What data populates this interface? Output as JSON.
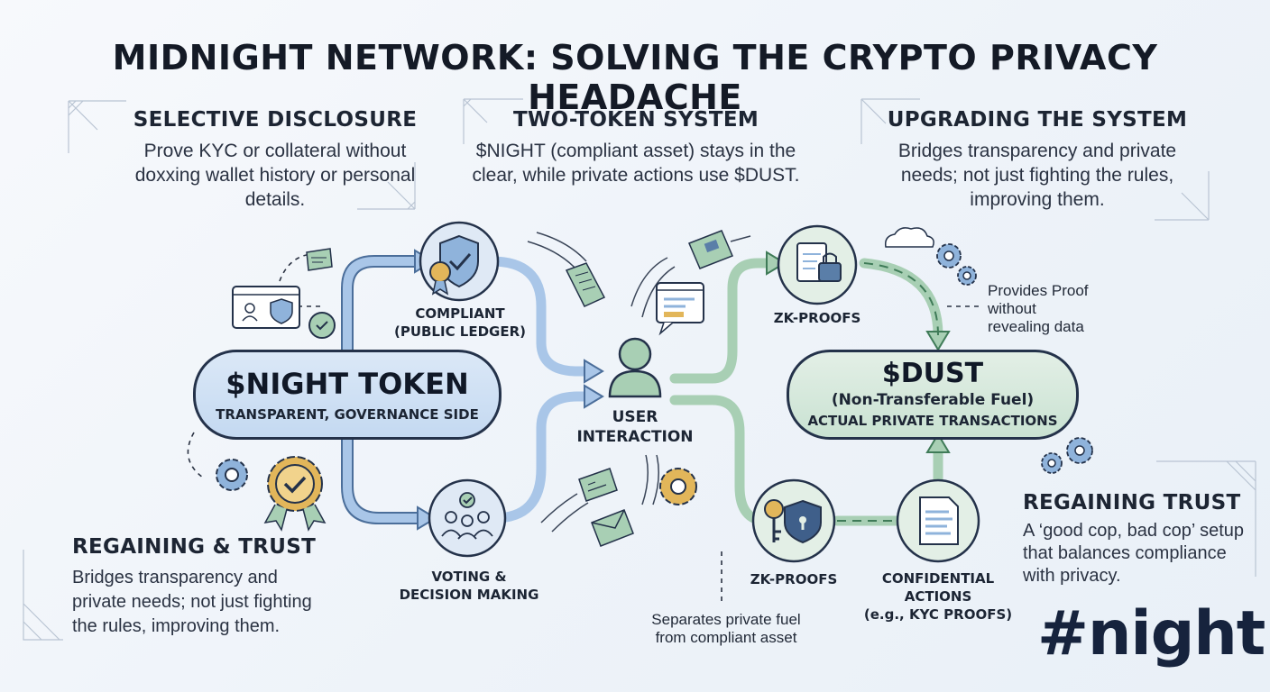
{
  "title": "MIDNIGHT NETWORK: SOLVING THE CRYPTO PRIVACY HEADACHE",
  "sections": {
    "selective": {
      "heading": "SELECTIVE DISCLOSURE",
      "body": "Prove KYC or collateral without doxxing wallet history or personal details."
    },
    "two_token": {
      "heading": "TWO-TOKEN SYSTEM",
      "body": "$NIGHT (compliant asset) stays in the clear, while private actions use $DUST."
    },
    "upgrading": {
      "heading": "UPGRADING THE SYSTEM",
      "body": "Bridges transparency and private needs; not just fighting the rules, improving them."
    },
    "regaining_left": {
      "heading": "REGAINING & TRUST",
      "body": "Bridges transparency and private needs; not just fighting the rules, improving them."
    },
    "regaining_right": {
      "heading": "REGAINING TRUST",
      "body": "A ‘good cop, bad cop’ setup that balances compliance with privacy."
    }
  },
  "night_token": {
    "title": "$NIGHT TOKEN",
    "subtitle": "TRANSPARENT, GOVERNANCE SIDE"
  },
  "dust": {
    "title": "$DUST",
    "subtitle1": "(Non-Transferable Fuel)",
    "subtitle2": "ACTUAL PRIVATE TRANSACTIONS"
  },
  "nodes": {
    "compliant": "COMPLIANT\n(PUBLIC LEDGER)",
    "voting": "VOTING &\nDECISION MAKING",
    "user": "USER\nINTERACTION",
    "zk_top": "ZK-PROOFS",
    "zk_bottom": "ZK-PROOFS",
    "confidential": "CONFIDENTIAL\nACTIONS\n(e.g., KYC PROOFS)"
  },
  "notes": {
    "proof": "Provides Proof\nwithout\nrevealing data",
    "separates": "Separates private fuel\nfrom compliant asset"
  },
  "brand": "#night",
  "colors": {
    "blue_pill": "#c4d9f1",
    "green_pill": "#c9e2d2",
    "blue_arrow": "#a9c6e8",
    "green_arrow": "#a8cfb4",
    "outline": "#24324a"
  }
}
